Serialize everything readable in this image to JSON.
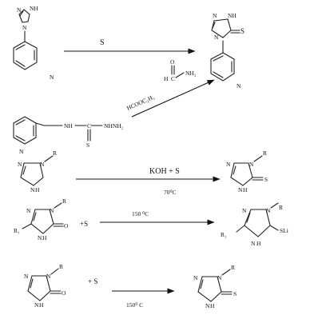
{
  "scheme": {
    "row1": {
      "reactant": {
        "nh": "N",
        "nh2": "NH",
        "n4": "N"
      },
      "reagent": "S",
      "product": {
        "n": "N",
        "nh": "NH",
        "s": "S",
        "n4": "N",
        "pyN": "N"
      },
      "reactant_pyN": "N"
    },
    "row2": {
      "reagent_label": "HCOOC₂H₅",
      "formamide": {
        "o": "O",
        "h": "H",
        "nh2": "NH₂",
        "c": "C"
      },
      "thiosemicarbazide": {
        "nh": "NH",
        "c": "C",
        "nhnh2": "NHNH₂",
        "s": "S",
        "pyN": "N"
      }
    },
    "row3": {
      "reactant": {
        "n1": "N",
        "n2": "N",
        "r": "R",
        "n4": "N",
        "h": "H"
      },
      "reagent_top": "KOH + S",
      "reagent_bottom": "70⁰C",
      "product": {
        "n1": "N",
        "n2": "N",
        "r": "R",
        "n4": "N",
        "h": "H",
        "s": "S"
      }
    },
    "row4": {
      "reactant": {
        "n1": "N",
        "n2": "N",
        "r": "R",
        "r1": "R₁",
        "n4": "N",
        "h": "H",
        "o": "O"
      },
      "plus_s": "+S",
      "reagent_top": "150 ⁰C",
      "product": {
        "n1": "N",
        "n2": "N",
        "r": "R",
        "r1": "R₁",
        "n4": "N",
        "h": "H",
        "sli": "SLi"
      }
    },
    "row5": {
      "reactant": {
        "n1": "N",
        "n2": "N",
        "r": "R",
        "n4": "N",
        "h": "H",
        "o": "O"
      },
      "plus_s": "+ S",
      "reagent_bottom": "150⁰ C",
      "product": {
        "n1": "N",
        "n2": "N",
        "r": "R",
        "n4": "N",
        "h": "H",
        "s": "S"
      }
    }
  }
}
